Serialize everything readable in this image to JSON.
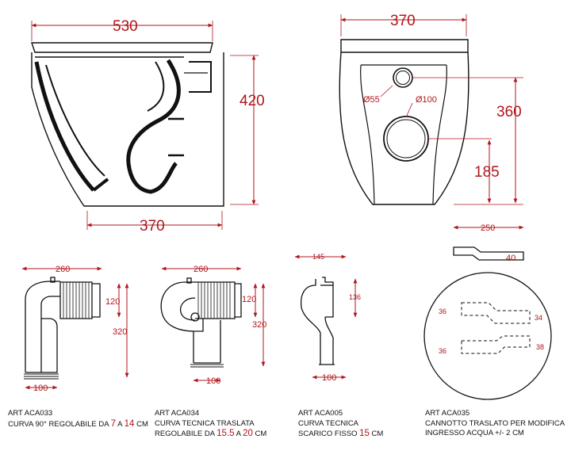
{
  "top": {
    "side_width": "530",
    "side_height": "420",
    "side_base": "370",
    "front_width": "370",
    "front_dia_small": "Ø55",
    "front_dia_large": "Ø100",
    "front_height_360": "360",
    "front_height_185": "185"
  },
  "parts": [
    {
      "width": "260",
      "h1": "120",
      "h2": "320",
      "base": "100",
      "art": "ART ACA033",
      "line1_pre": "CURVA 90° REGOLABILE DA ",
      "val_a": "7",
      "mid": " A ",
      "val_b": "14",
      "unit": " CM"
    },
    {
      "width": "260",
      "h1": "120",
      "h2": "320",
      "base": "100",
      "art": "ART ACA034",
      "line1": "CURVA TECNICA TRASLATA",
      "line2_pre": "REGOLABILE DA ",
      "val_a": "15.5",
      "mid": " A ",
      "val_b": "20",
      "unit": " CM"
    },
    {
      "width": "145",
      "h1": "136",
      "base": "100",
      "art": "ART ACA005",
      "line1": "CURVA TECNICA",
      "line2_pre": "SCARICO FISSO ",
      "val_a": "15",
      "unit": " CM"
    },
    {
      "width": "250",
      "h1": "40",
      "c1_left": "36",
      "c1_right": "34",
      "c2_left": "36",
      "c2_right": "38",
      "art": "ART ACA035",
      "line1": "CANNOTTO TRASLATO PER MODIFICA",
      "line2": "INGRESSO ACQUA +/- 2 CM"
    }
  ]
}
